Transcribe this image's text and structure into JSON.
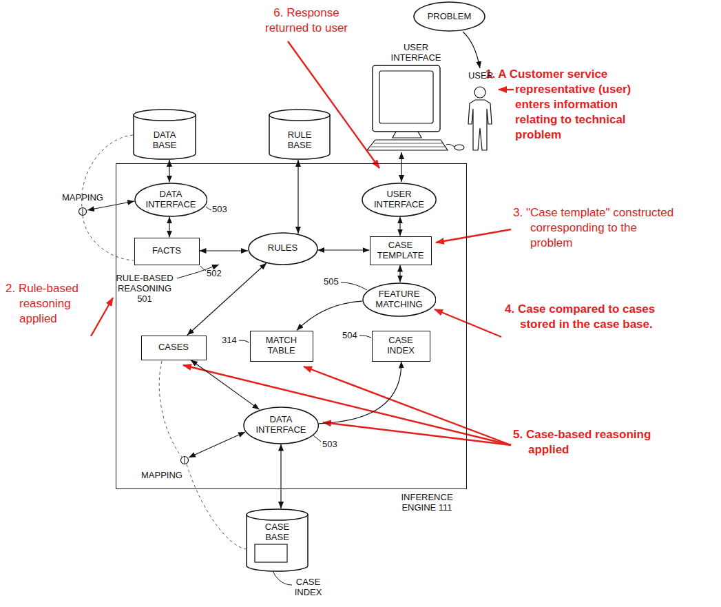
{
  "diagram": {
    "nodes": [
      {
        "text": [
          "PROBLEM"
        ]
      },
      {
        "text": [
          "DATA BASE"
        ]
      },
      {
        "text": [
          "RULE BASE"
        ]
      },
      {
        "text": [
          "INFERENCE ENGINE 111"
        ]
      },
      {
        "text": [
          "DATA INTERFACE"
        ],
        "in": 3
      },
      {
        "text": [
          "USER INTERFACE"
        ],
        "in": 3
      },
      {
        "text": [
          "FACTS"
        ],
        "in": 3
      },
      {
        "text": [
          "RULES"
        ],
        "in": 3
      },
      {
        "text": [
          "CASE TEMPLATE"
        ],
        "in": 3
      },
      {
        "text": [
          "FEATURE MATCHING"
        ],
        "in": 3
      },
      {
        "text": [
          "CASES"
        ],
        "in": 3
      },
      {
        "text": [
          "MATCH TABLE"
        ],
        "in": 3
      },
      {
        "text": [
          "CASE INDEX"
        ],
        "in": 3
      },
      {
        "text": [
          "DATA INTERFACE"
        ],
        "in": 3
      },
      {
        "text": [
          "CASE BASE"
        ]
      }
    ],
    "edges": [
      {
        "from": 1,
        "to": 4,
        "arrow": "both"
      },
      {
        "from": 4,
        "to": 6,
        "arrow": "both"
      },
      {
        "from": 6,
        "to": 7,
        "arrow": "both"
      },
      {
        "from": 2,
        "to": 7,
        "arrow": "both"
      },
      {
        "from": 7,
        "to": 8,
        "arrow": "both"
      },
      {
        "from": 5,
        "to": 8,
        "arrow": "both"
      },
      {
        "from": 8,
        "to": 9,
        "arrow": "both"
      },
      {
        "from": 9,
        "to": 11,
        "arrow": "to"
      },
      {
        "from": 10,
        "to": 7,
        "arrow": "both"
      },
      {
        "from": 10,
        "to": 13,
        "arrow": "both"
      },
      {
        "from": 13,
        "to": 12,
        "arrow": "to"
      },
      {
        "from": 13,
        "to": 14,
        "arrow": "both"
      }
    ],
    "labels": [
      "6. Response returned to user",
      "1. A Customer service representative (user) enters information relating to technical problem",
      "USER INTERFACE",
      "USER",
      "MAPPING",
      "503",
      "502",
      "RULE-BASED REASONING 501",
      "2. Rule-based reasoning applied",
      "3. \"Case template\" constructed corresponding to the problem",
      "505",
      "4. Case compared to cases stored in the case base.",
      "314",
      "504",
      "503",
      "MAPPING",
      "5. Case-based reasoning applied",
      "CASE INDEX"
    ]
  }
}
